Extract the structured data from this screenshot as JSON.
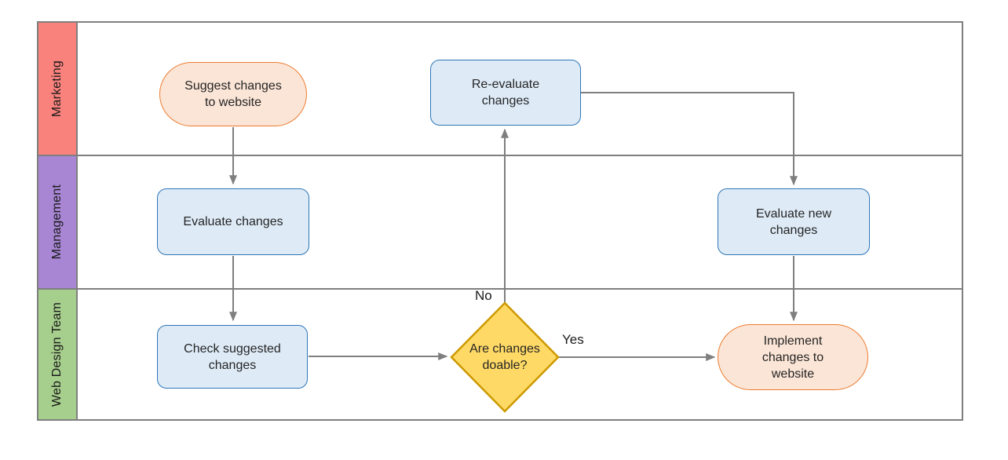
{
  "diagram": {
    "lanes": [
      {
        "label": "Marketing",
        "color": "#F9827D"
      },
      {
        "label": "Management",
        "color": "#A886D4"
      },
      {
        "label": "Web Design Team",
        "color": "#A6CE8C"
      }
    ],
    "nodes": {
      "suggest": {
        "label": "Suggest changes to website",
        "type": "terminator",
        "lane": "Marketing"
      },
      "reevaluate": {
        "label": "Re-evaluate changes",
        "type": "process",
        "lane": "Marketing"
      },
      "evaluate": {
        "label": "Evaluate changes",
        "type": "process",
        "lane": "Management"
      },
      "evaluate_new": {
        "label": "Evaluate new changes",
        "type": "process",
        "lane": "Management"
      },
      "check": {
        "label": "Check suggested changes",
        "type": "process",
        "lane": "Web Design Team"
      },
      "decision": {
        "label": "Are changes doable?",
        "type": "decision",
        "lane": "Web Design Team"
      },
      "implement": {
        "label": "Implement changes to website",
        "type": "terminator",
        "lane": "Web Design Team"
      }
    },
    "edge_labels": {
      "yes": "Yes",
      "no": "No"
    },
    "colors": {
      "process_fill": "#DEEBF7",
      "process_border": "#2E75B6",
      "terminator_fill": "#FBE5D6",
      "terminator_border": "#ED7D31",
      "decision_fill": "#FFD965",
      "decision_border": "#CC9900",
      "connector": "#7F7F7F",
      "lane_border": "#7F7F7F",
      "text": "#252525"
    }
  }
}
